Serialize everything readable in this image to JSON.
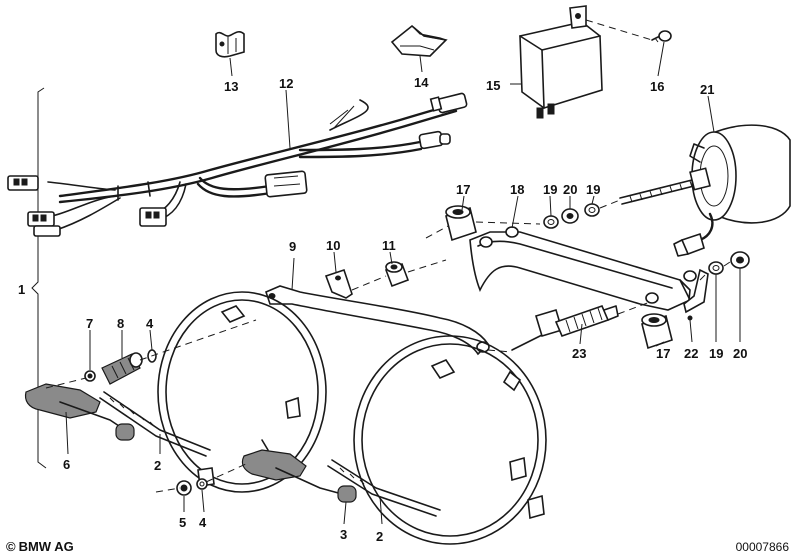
{
  "brand": {
    "copyright_symbol": "©",
    "name": "BMW AG"
  },
  "catalog_number": "00007866",
  "callouts": [
    {
      "id": "c1",
      "text": "1"
    },
    {
      "id": "c2a",
      "text": "2"
    },
    {
      "id": "c2b",
      "text": "2"
    },
    {
      "id": "c3",
      "text": "3"
    },
    {
      "id": "c4a",
      "text": "4"
    },
    {
      "id": "c4b",
      "text": "4"
    },
    {
      "id": "c5",
      "text": "5"
    },
    {
      "id": "c6",
      "text": "6"
    },
    {
      "id": "c7",
      "text": "7"
    },
    {
      "id": "c8",
      "text": "8"
    },
    {
      "id": "c9",
      "text": "9"
    },
    {
      "id": "c10",
      "text": "10"
    },
    {
      "id": "c11",
      "text": "11"
    },
    {
      "id": "c12",
      "text": "12"
    },
    {
      "id": "c13",
      "text": "13"
    },
    {
      "id": "c14",
      "text": "14"
    },
    {
      "id": "c15",
      "text": "15"
    },
    {
      "id": "c16",
      "text": "16"
    },
    {
      "id": "c17a",
      "text": "17"
    },
    {
      "id": "c17b",
      "text": "17"
    },
    {
      "id": "c18",
      "text": "18"
    },
    {
      "id": "c19a",
      "text": "19"
    },
    {
      "id": "c19b",
      "text": "19"
    },
    {
      "id": "c19c",
      "text": "19"
    },
    {
      "id": "c20a",
      "text": "20"
    },
    {
      "id": "c20b",
      "text": "20"
    },
    {
      "id": "c21",
      "text": "21"
    },
    {
      "id": "c22",
      "text": "22"
    },
    {
      "id": "c23",
      "text": "23"
    }
  ]
}
